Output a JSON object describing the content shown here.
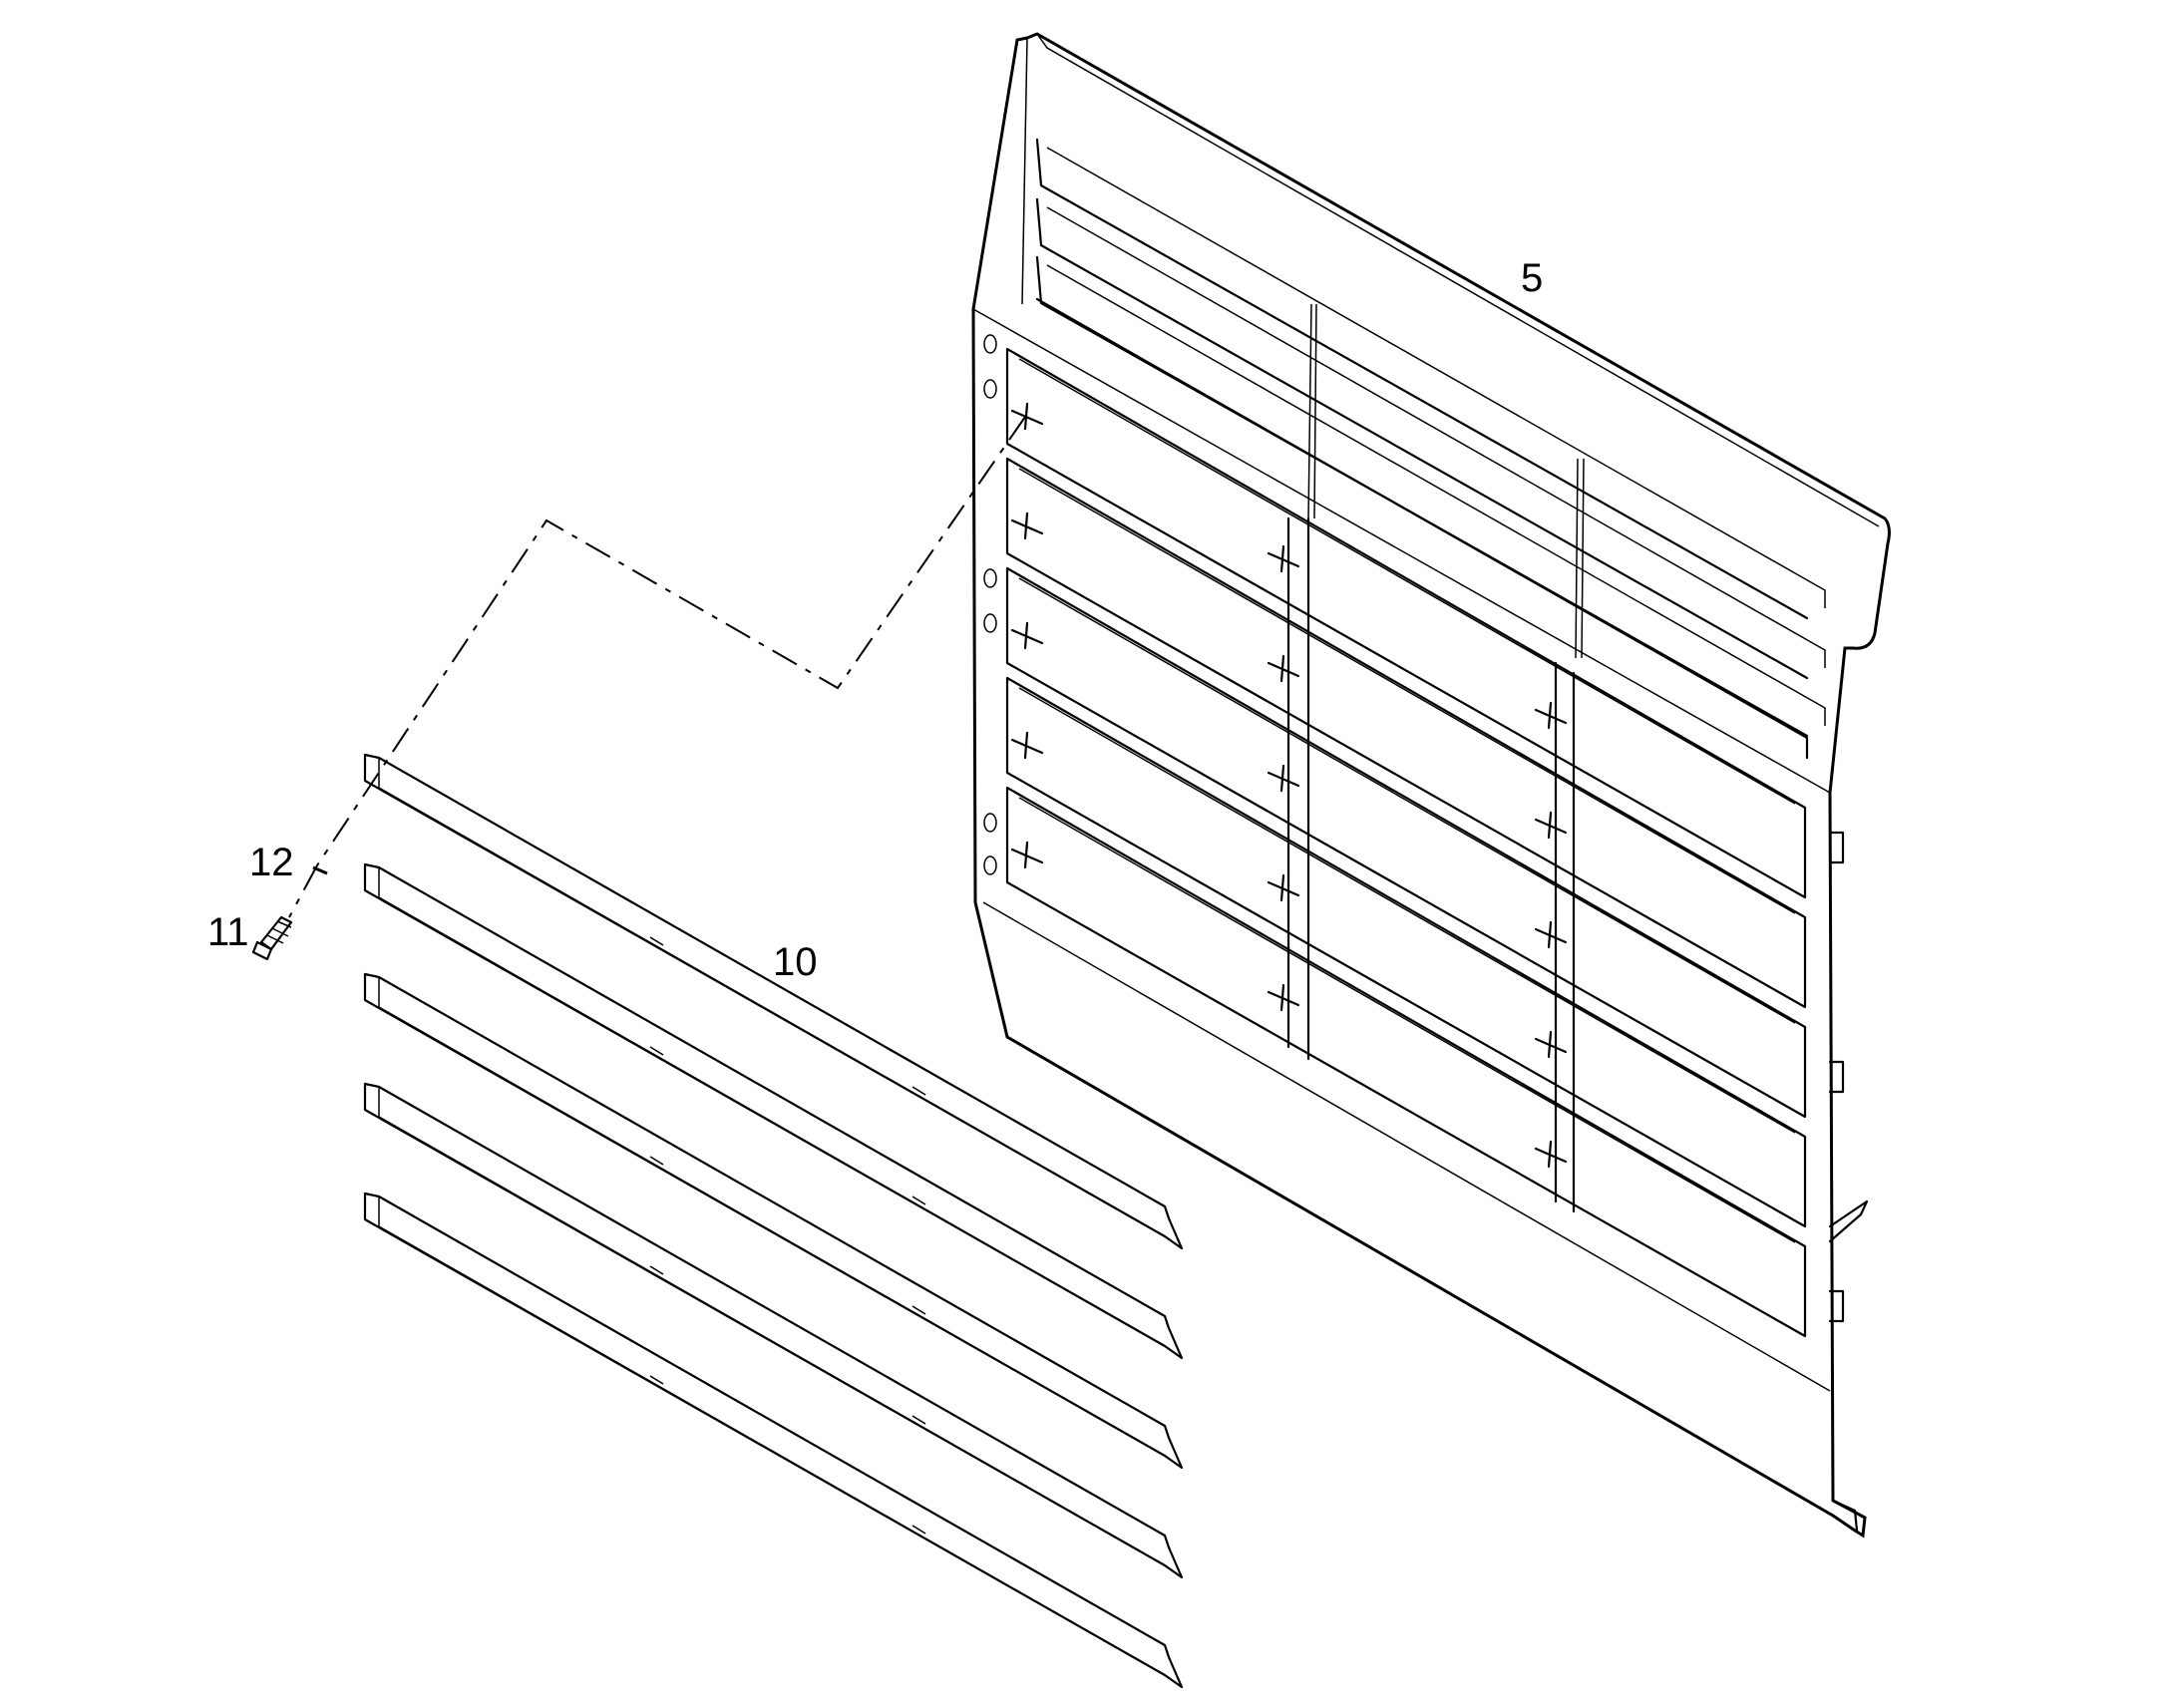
{
  "callouts": {
    "grille": "5",
    "slat": "10",
    "washer": "12",
    "bolt": "11"
  },
  "colors": {
    "line": "#000000",
    "background": "#ffffff"
  }
}
